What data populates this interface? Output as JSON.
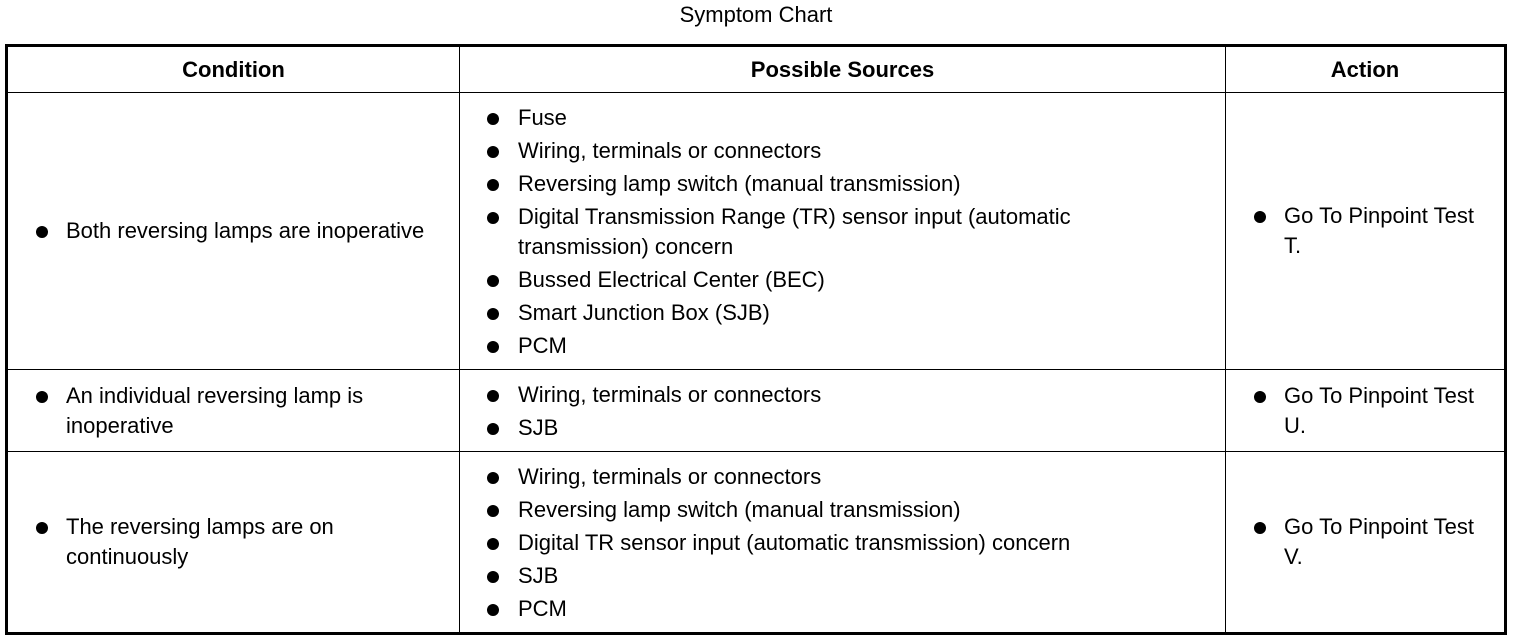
{
  "title": "Symptom Chart",
  "headers": {
    "condition": "Condition",
    "sources": "Possible Sources",
    "action": "Action"
  },
  "rows": [
    {
      "condition": "Both reversing lamps are inoperative",
      "sources": [
        "Fuse",
        "Wiring, terminals or connectors",
        "Reversing lamp switch (manual transmission)",
        "Digital Transmission Range (TR) sensor input (automatic transmission) concern",
        "Bussed Electrical Center (BEC)",
        "Smart Junction Box (SJB)",
        "PCM"
      ],
      "action": "Go To Pinpoint Test T."
    },
    {
      "condition": "An individual reversing lamp is inoperative",
      "sources": [
        "Wiring, terminals or connectors",
        "SJB"
      ],
      "action": "Go To Pinpoint Test U."
    },
    {
      "condition": "The reversing lamps are on continuously",
      "sources": [
        "Wiring, terminals or connectors",
        "Reversing lamp switch (manual transmission)",
        "Digital TR sensor input (automatic transmission) concern",
        "SJB",
        "PCM"
      ],
      "action": "Go To Pinpoint Test V."
    }
  ]
}
